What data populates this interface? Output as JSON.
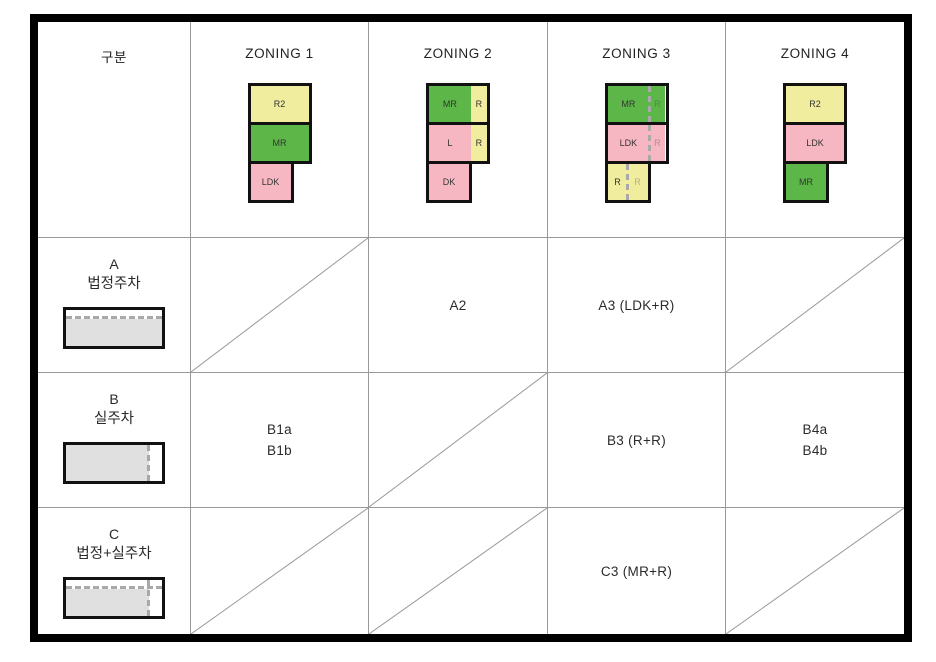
{
  "colors": {
    "green": "#5cb648",
    "yellow": "#f0ed9e",
    "pink": "#f6b7c2",
    "gray_fill": "#e0e0e0",
    "dash": "#a9a9a9",
    "grid_line": "#999999",
    "block_border": "#111111",
    "outer_border": "#000000",
    "text": "#2b2b2b"
  },
  "header": {
    "category_label": "구분",
    "zoning_labels": [
      "ZONING 1",
      "ZONING 2",
      "ZONING 3",
      "ZONING 4"
    ]
  },
  "diagrams": {
    "zoning1": {
      "blocks": [
        {
          "label": "R2"
        },
        {
          "label": "MR"
        },
        {
          "label": "LDK"
        }
      ]
    },
    "zoning2": {
      "blocks": [
        {
          "left": "MR",
          "right": "R"
        },
        {
          "left": "L",
          "right": "R"
        },
        {
          "label": "DK"
        }
      ]
    },
    "zoning3": {
      "blocks": [
        {
          "left": "MR",
          "right": "R"
        },
        {
          "left": "LDK",
          "right": "R"
        },
        {
          "left": "R",
          "right": "R"
        }
      ]
    },
    "zoning4": {
      "blocks": [
        {
          "label": "R2"
        },
        {
          "label": "LDK"
        },
        {
          "label": "MR"
        }
      ]
    }
  },
  "rows": [
    {
      "id": "A",
      "name": "법정주차",
      "cells": [
        {
          "diagonal": true
        },
        {
          "text": "A2"
        },
        {
          "text": "A3 (LDK+R)"
        },
        {
          "diagonal": true
        }
      ]
    },
    {
      "id": "B",
      "name": "실주차",
      "cells": [
        {
          "lines": [
            "B1a",
            "B1b"
          ]
        },
        {
          "diagonal": true
        },
        {
          "text": "B3 (R+R)"
        },
        {
          "lines": [
            "B4a",
            "B4b"
          ]
        }
      ]
    },
    {
      "id": "C",
      "name": "법정+실주차",
      "cells": [
        {
          "diagonal": true
        },
        {
          "diagonal": true
        },
        {
          "text": "C3 (MR+R)"
        },
        {
          "diagonal": true
        }
      ]
    }
  ]
}
